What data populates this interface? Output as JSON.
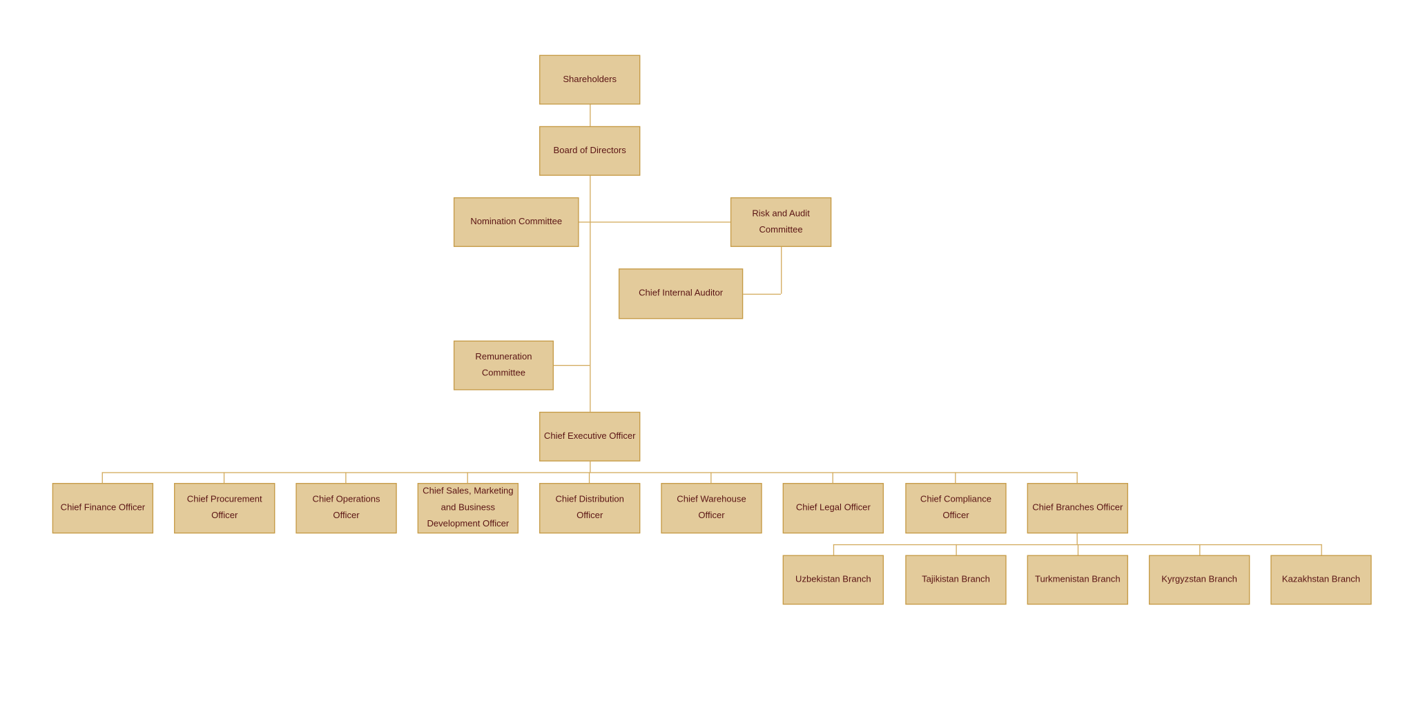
{
  "colors": {
    "box_fill": "#e3cb9b",
    "box_border": "#c59a45",
    "text": "#5a1414",
    "connector": "#d2aa5c"
  },
  "nodes": {
    "shareholders": "Shareholders",
    "board": "Board of Directors",
    "nomination": "Nomination Committee",
    "risk_audit": "Risk and Audit Committee",
    "internal_auditor": "Chief Internal Auditor",
    "remuneration": "Remuneration Committee",
    "ceo": "Chief Executive Officer",
    "officers": [
      "Chief Finance Officer",
      "Chief Procurement Officer",
      "Chief Operations Officer",
      "Chief Sales, Marketing and Business Development Officer",
      "Chief Distribution Officer",
      "Chief Warehouse Officer",
      "Chief Legal Officer",
      "Chief Compliance Officer",
      "Chief Branches Officer"
    ],
    "branches": [
      "Uzbekistan Branch",
      "Tajikistan Branch",
      "Turkmenistan Branch",
      "Kyrgyzstan Branch",
      "Kazakhstan Branch"
    ]
  }
}
